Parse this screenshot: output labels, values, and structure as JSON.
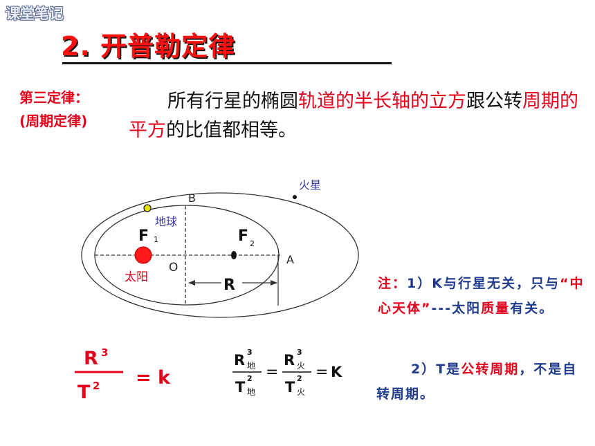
{
  "corner_label": "课堂笔记",
  "title": "2. 开普勒定律",
  "law": {
    "name_line1": "第三定律：",
    "name_line2": "(周期定律)",
    "statement": {
      "p1": "所有行星的椭圆",
      "p2": "轨道的半长轴的立方",
      "p3": "跟公转",
      "p4": "周期的平方",
      "p5": "的比值都相等。"
    }
  },
  "diagram": {
    "mars": "火星",
    "earth": "地球",
    "sun": "太阳",
    "b": "B",
    "a": "A",
    "o": "O",
    "f": "F",
    "sub1": "1",
    "sub2": "2",
    "r": "R"
  },
  "formula": {
    "num": "R",
    "num_exp": "3",
    "den": "T",
    "den_exp": "2",
    "rhs": "= k"
  },
  "formula2": {
    "R": "R",
    "T": "T",
    "e3": "3",
    "e2": "2",
    "earth_sub": "地",
    "mars_sub": "火",
    "eq": "=",
    "k": "K"
  },
  "notes": {
    "n1_a": "注：",
    "n1_b": "1）K与行星无关，只与",
    "n1_c": "“中心天体”",
    "n1_d": "---太阳",
    "n1_e": "质量",
    "n1_f": "有关。",
    "n2_a": "2）T是",
    "n2_b": "公转周期",
    "n2_c": "，不是自转周期。"
  },
  "colors": {
    "accent_red": "#e4001b",
    "note_blue": "#203a8c",
    "label_blue": "#3a3aa8"
  }
}
